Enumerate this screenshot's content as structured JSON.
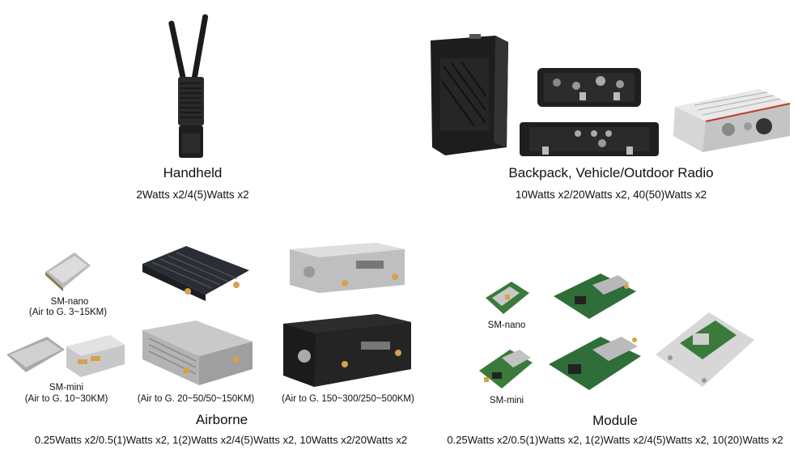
{
  "handheld": {
    "title": "Handheld",
    "power": "2Watts x2/4(5)Watts x2"
  },
  "backpack": {
    "title": "Backpack, Vehicle/Outdoor Radio",
    "power": "10Watts x2/20Watts x2, 40(50)Watts x2"
  },
  "airborne": {
    "title": "Airborne",
    "power": "0.25Watts x2/0.5(1)Watts x2, 1(2)Watts x2/4(5)Watts x2, 10Watts x2/20Watts x2",
    "nano_name": "SM-nano",
    "nano_range": "(Air to G. 3~15KM)",
    "mini_name": "SM-mini",
    "mini_range": "(Air to G. 10~30KM)",
    "mid_range": "(Air to G. 20~50/50~150KM)",
    "big_range": "(Air to G. 150~300/250~500KM)"
  },
  "module": {
    "title": "Module",
    "power": "0.25Watts x2/0.5(1)Watts x2, 1(2)Watts x2/4(5)Watts x2, 10(20)Watts x2",
    "nano_name": "SM-nano",
    "mini_name": "SM-mini"
  }
}
